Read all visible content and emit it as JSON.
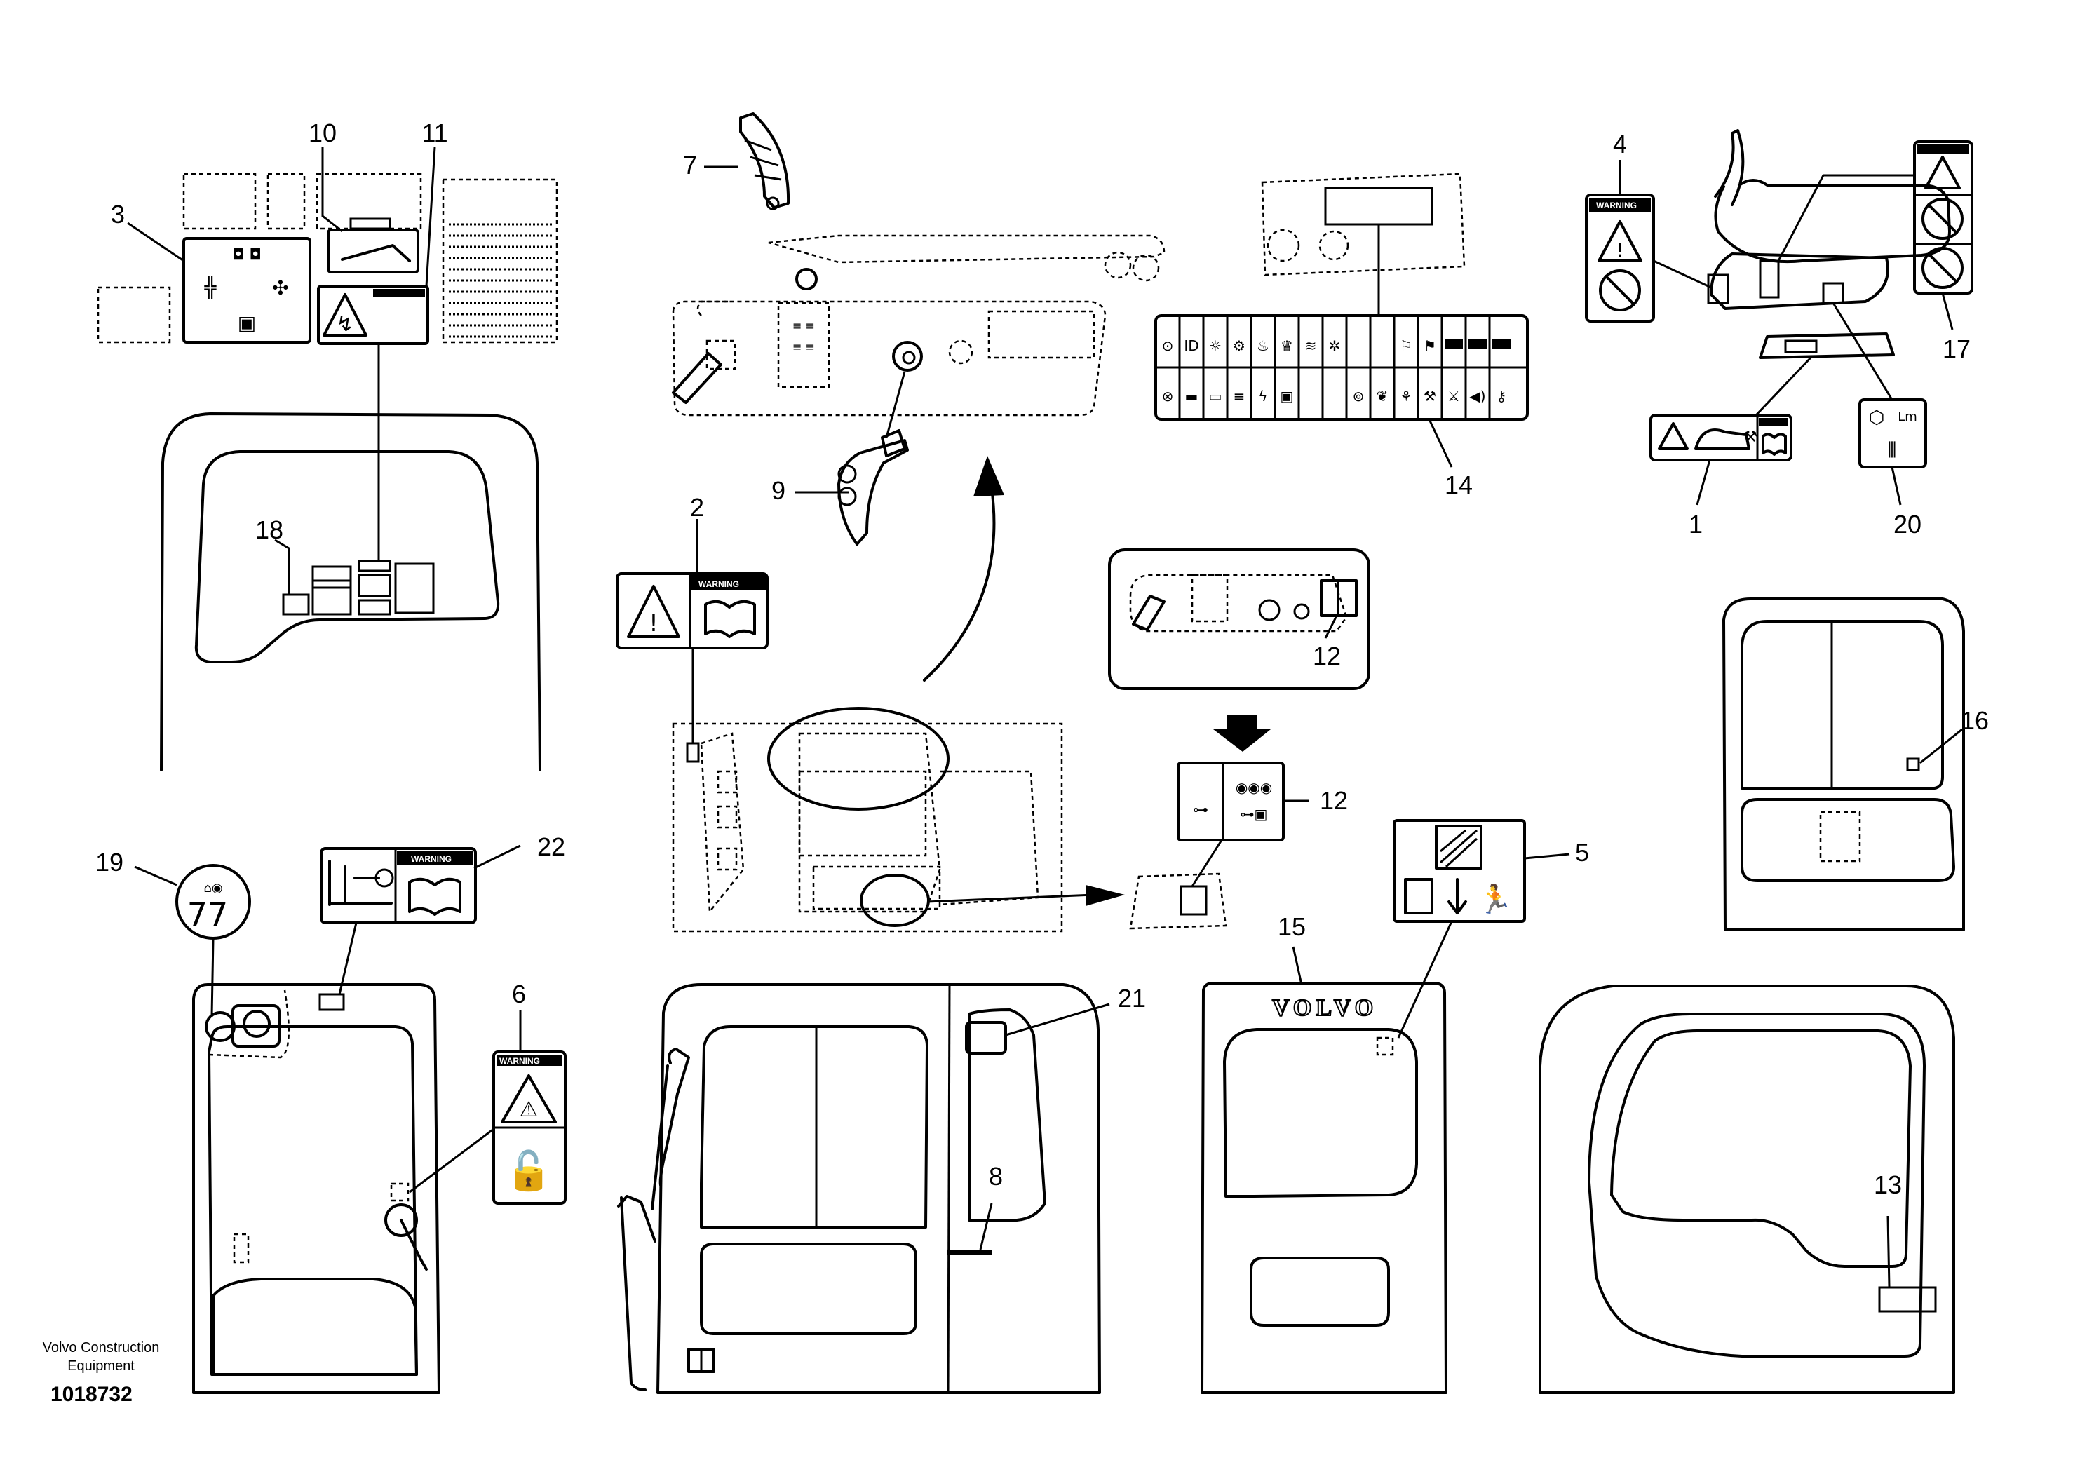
{
  "brand_text": "VOLVO",
  "warning_word": "WARNING",
  "publisher_line1": "Volvo Construction",
  "publisher_line2": "Equipment",
  "drawing_number": "1018732",
  "callouts": {
    "c1": "1",
    "c2": "2",
    "c3": "3",
    "c4": "4",
    "c5": "5",
    "c6": "6",
    "c7": "7",
    "c8": "8",
    "c9": "9",
    "c10": "10",
    "c11": "11",
    "c12a": "12",
    "c12b": "12",
    "c13": "13",
    "c14": "14",
    "c15": "15",
    "c16": "16",
    "c17": "17",
    "c18": "18",
    "c19": "19",
    "c20": "20",
    "c21": "21",
    "c22": "22"
  },
  "icons": [
    "warning-triangle-icon",
    "manual-book-icon",
    "fire-hazard-icon",
    "exit-icon",
    "lock-icon",
    "down-arrow-icon"
  ]
}
